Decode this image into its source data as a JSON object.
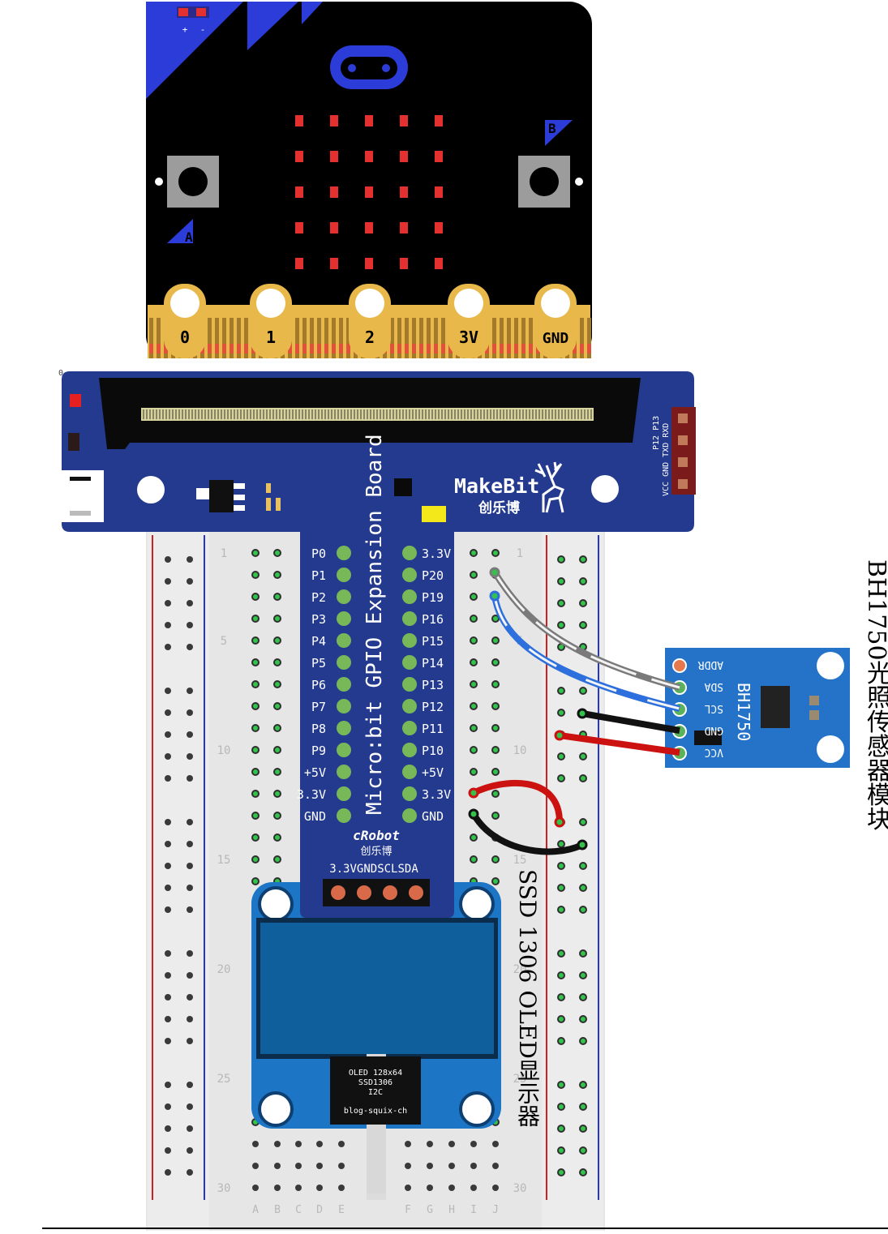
{
  "microbit": {
    "battery_plus": "+",
    "battery_minus": "-",
    "button_a": "A",
    "button_b": "B",
    "pins": [
      {
        "label": "0"
      },
      {
        "label": "1"
      },
      {
        "label": "2"
      },
      {
        "label": "3V"
      },
      {
        "label": "GND"
      }
    ]
  },
  "expansion_board": {
    "title": "Micro:bit GPIO Expansion Board",
    "brand": "MakeBit",
    "brand_cn": "创乐博",
    "maker": "cRobot",
    "maker_cn": "创乐博",
    "power_header": [
      "VCC",
      "GND",
      "P12",
      "P13",
      "TXD",
      "RXD"
    ],
    "left_pins": [
      "P0",
      "P1",
      "P2",
      "P3",
      "P4",
      "P5",
      "P6",
      "P7",
      "P8",
      "P9",
      "+5V",
      "3.3V",
      "GND"
    ],
    "right_pins": [
      "3.3V",
      "P20",
      "P19",
      "P16",
      "P15",
      "P14",
      "P13",
      "P12",
      "P11",
      "P10",
      "+5V",
      "3.3V",
      "GND"
    ],
    "i2c_header": "3.3VGNDSCLSDA",
    "corner_mark": "0"
  },
  "breadboard": {
    "row_numbers": [
      "1",
      "5",
      "10",
      "15",
      "20",
      "25",
      "30"
    ],
    "left_columns": [
      "A",
      "B",
      "C",
      "D",
      "E"
    ],
    "right_columns": [
      "F",
      "G",
      "H",
      "I",
      "J"
    ]
  },
  "oled": {
    "chip_lines": [
      "OLED 128x64",
      "SSD1306",
      "I2C"
    ],
    "chip_site": "blog-squix-ch",
    "caption": "SSD 1306 OLED显示器"
  },
  "sensor": {
    "name": "BH1750",
    "pins": [
      "ADDR",
      "SDA",
      "SCL",
      "GND",
      "VCC"
    ],
    "caption": "BH1750光照传感器模块"
  },
  "colors": {
    "microbit_board": "#000000",
    "microbit_accent": "#2c3cd8",
    "gold_pad": "#e8b84a",
    "expansion_board": "#243a8e",
    "breadboard": "#e8e8e8",
    "oled_pcb": "#1c75c5",
    "oled_screen": "#0f5f9c",
    "sensor_pcb": "#2473c8",
    "wire_red": "#cc1111",
    "wire_black": "#111111",
    "wire_blue": "#2d6fdd",
    "wire_gray": "#999999",
    "led": "#e53030"
  }
}
